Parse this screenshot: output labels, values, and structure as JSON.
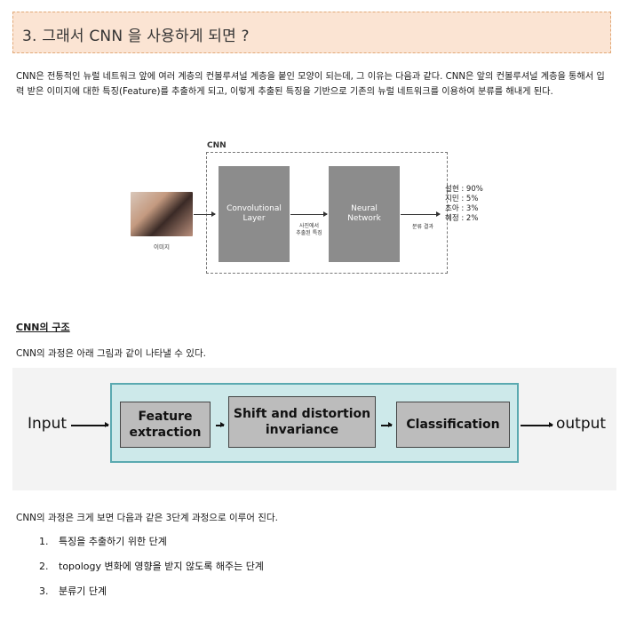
{
  "heading": "3. 그래서 CNN 을 사용하게 되면 ?",
  "intro": "CNN은 전통적인 뉴럴 네트워크 앞에 여러 계층의 컨볼루셔널 계층을 붙인 모양이 되는데, 그 이유는 다음과 같다. CNN은 앞의 컨볼루셔널 계층을 통해서 입력 받은 이미지에 대한 특징(Feature)를 추출하게 되고, 이렇게 추출된 특징을 기반으로 기존의 뉴럴 네트워크를 이용하여 분류를 해내게 된다.",
  "diagram1": {
    "cnn_label": "CNN",
    "image_label": "이미지",
    "conv_line1": "Convolutional",
    "conv_line2": "Layer",
    "nn_line1": "Neural",
    "nn_line2": "Network",
    "feature_line1": "사진에서",
    "feature_line2": "추출된 특징",
    "result_label": "분류 결과",
    "results": [
      "설현 : 90%",
      "지민 : 5%",
      "초아 : 3%",
      "혜정 : 2%"
    ]
  },
  "section2": {
    "title": "CNN의 구조",
    "desc": "CNN의 과정은 아래 그림과 같이 나타낼 수 있다."
  },
  "diagram2": {
    "input": "Input",
    "output": "output",
    "box1_line1": "Feature",
    "box1_line2": "extraction",
    "box2_line1": "Shift and distortion",
    "box2_line2": "invariance",
    "box3": "Classification"
  },
  "summary": "CNN의 과정은 크게 보면 다음과 같은 3단계 과정으로 이루어 진다.",
  "steps": [
    {
      "num": "1.",
      "text": "특징을 추출하기 위한 단계"
    },
    {
      "num": "2.",
      "text": "topology 변화에 영향을 받지 않도록 해주는 단계"
    },
    {
      "num": "3.",
      "text": "분류기 단계"
    }
  ]
}
